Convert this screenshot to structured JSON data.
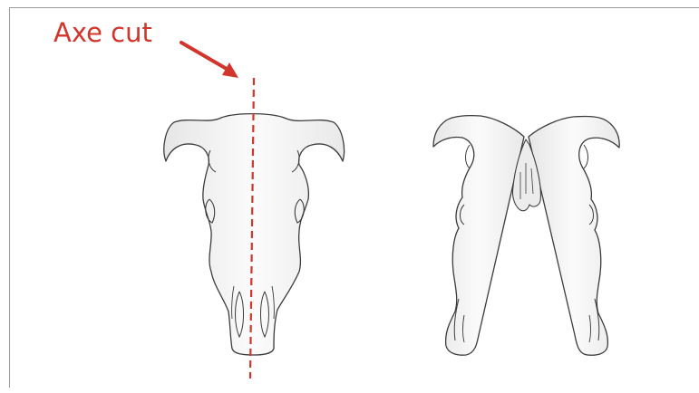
{
  "label": {
    "text": "Axe cut"
  },
  "colors": {
    "accent": "#d1352b",
    "outline": "#3c3c3c",
    "bone_fill": "#f2f2f2",
    "frame": "#9a9a9a",
    "background": "#ffffff"
  },
  "icons": {
    "arrow": "arrow-icon",
    "cut_line": "dashed-cut-line",
    "whole_skull": "skull-front-view",
    "split_skull": "skull-split-halves"
  }
}
